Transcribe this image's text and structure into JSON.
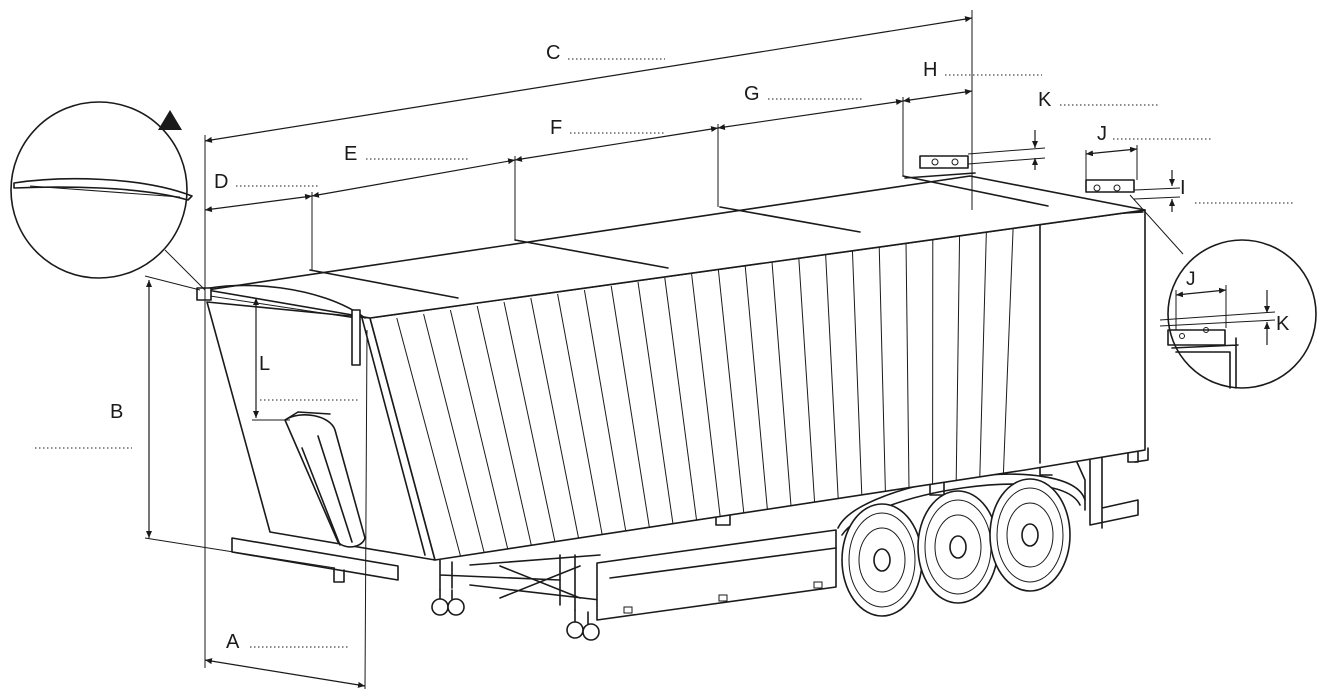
{
  "labels": {
    "A": "A",
    "B": "B",
    "C": "C",
    "D": "D",
    "E": "E",
    "F": "F",
    "G": "G",
    "H": "H",
    "I": "I",
    "J": "J",
    "K": "K",
    "L": "L"
  },
  "detail_labels": {
    "J": "J",
    "K": "K"
  },
  "colors": {
    "line": "#1a1a1a",
    "background": "#ffffff"
  },
  "icons": {
    "warning": "triangle-icon"
  }
}
